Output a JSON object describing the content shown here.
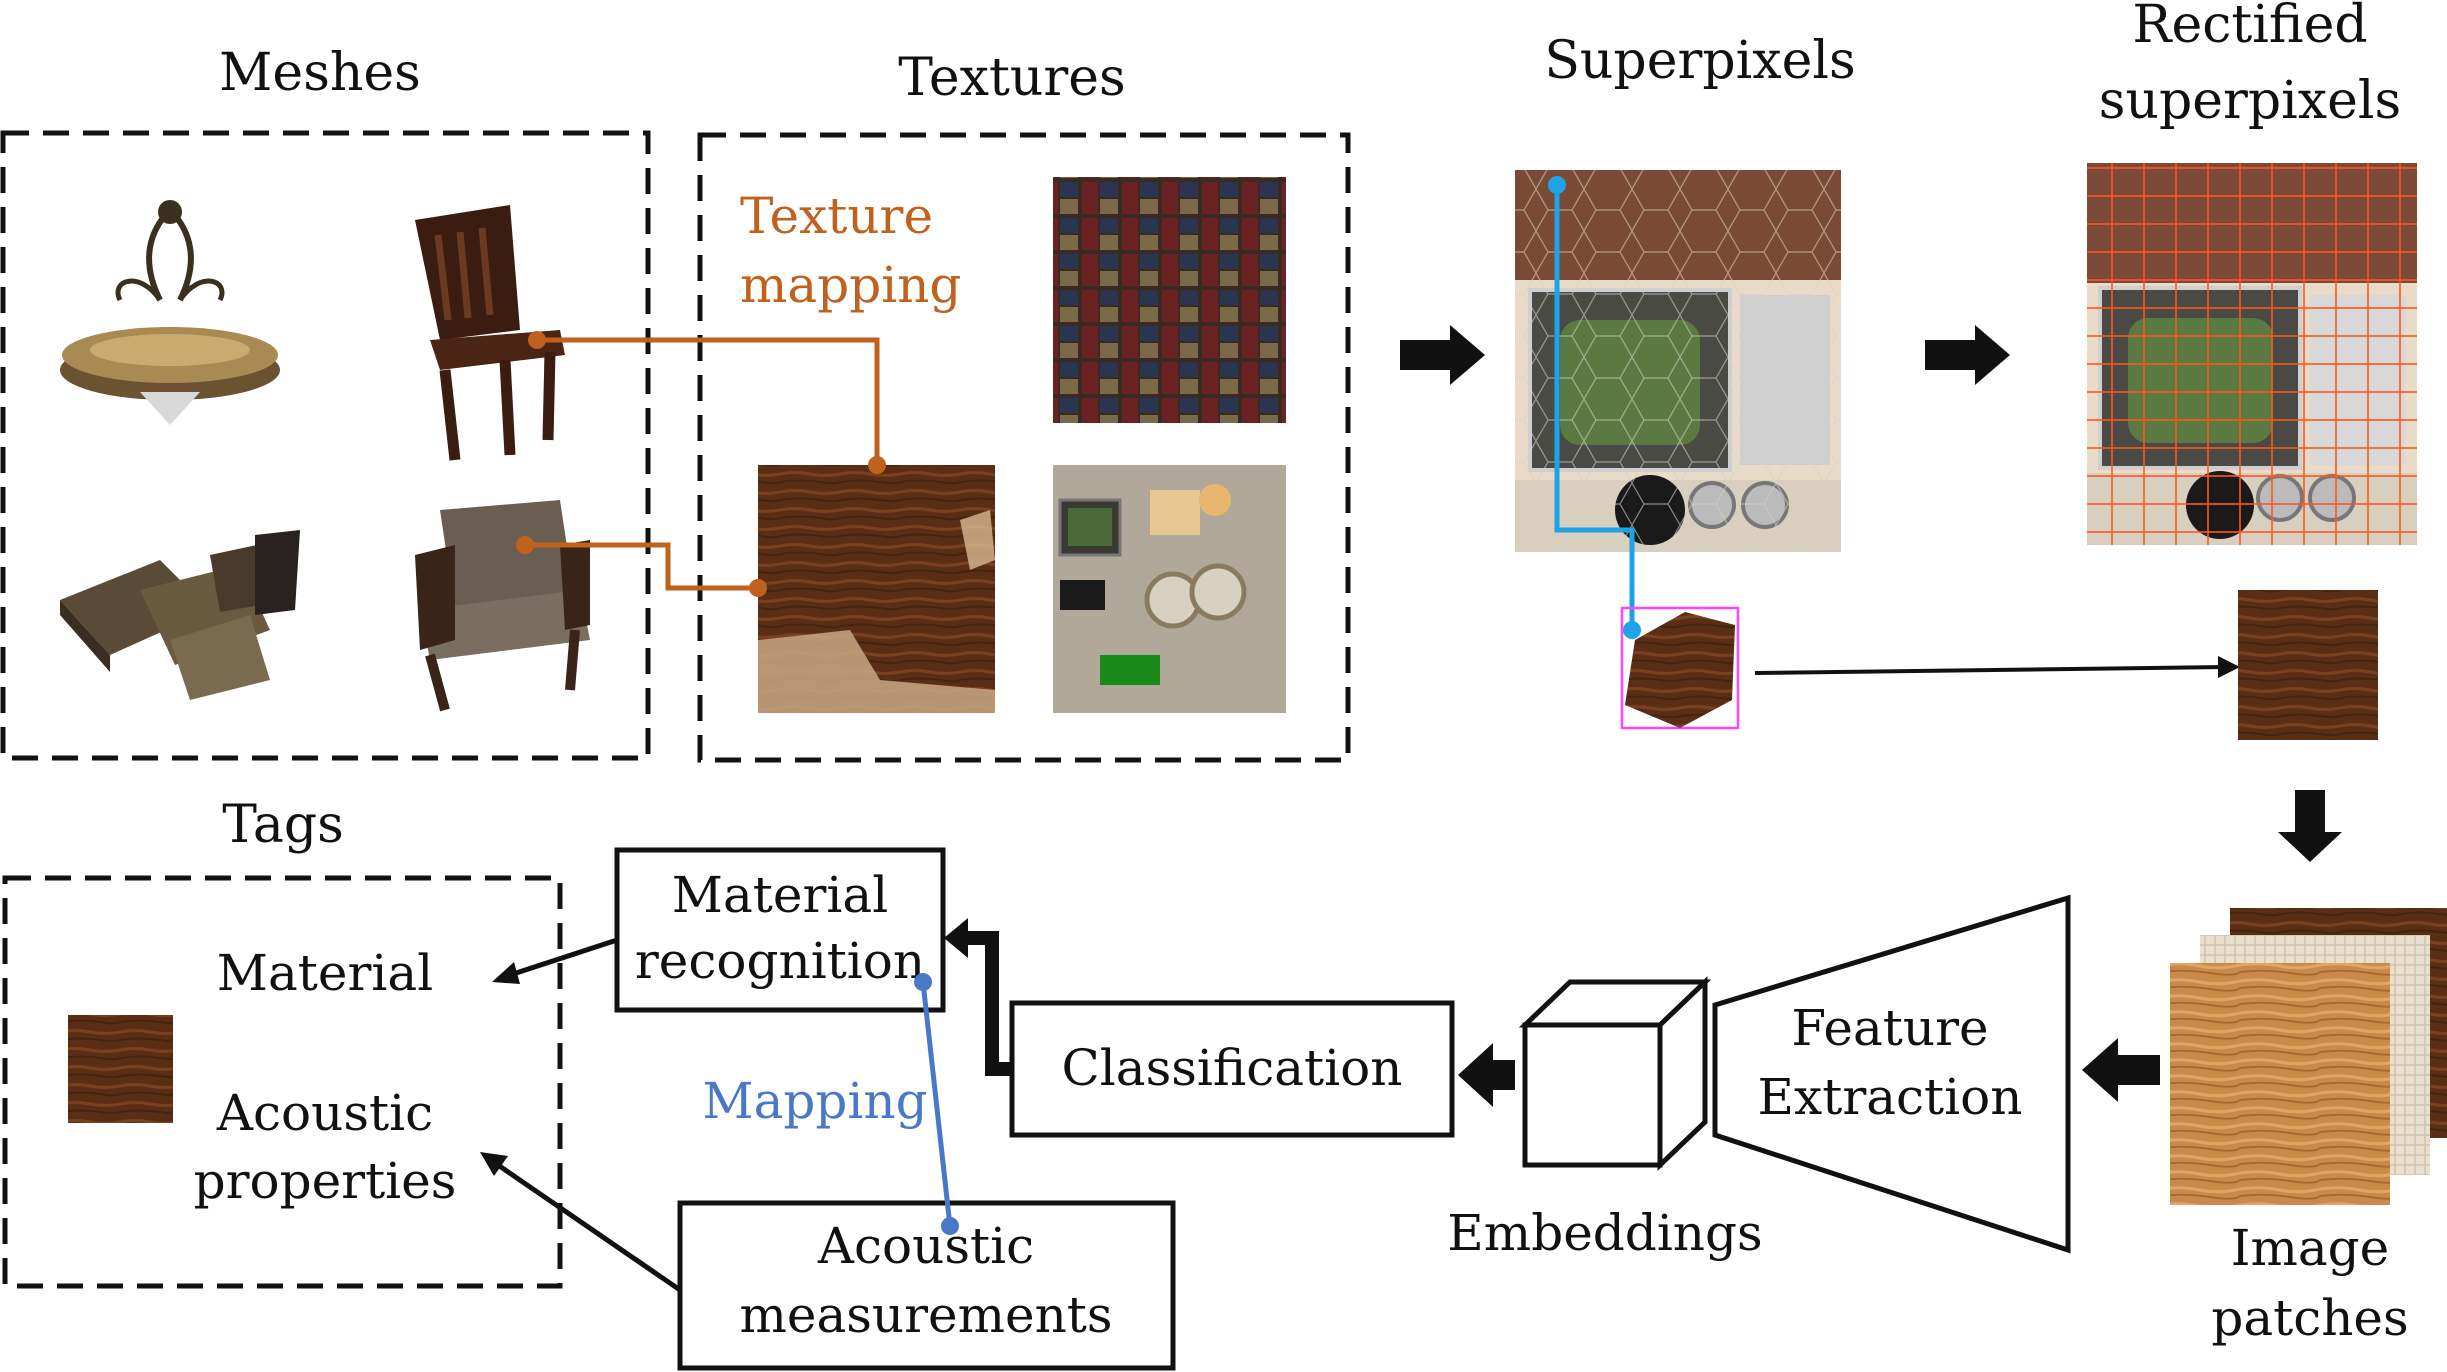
{
  "sections": {
    "meshes": "Meshes",
    "textures": "Textures",
    "superpixels": "Superpixels",
    "rectified_line1": "Rectified",
    "rectified_line2": "superpixels",
    "tags": "Tags"
  },
  "annotations": {
    "texture_mapping_line1": "Texture",
    "texture_mapping_line2": "mapping",
    "mapping": "Mapping"
  },
  "boxes": {
    "material_recognition_line1": "Material",
    "material_recognition_line2": "recognition",
    "classification": "Classification",
    "acoustic_measurements_line1": "Acoustic",
    "acoustic_measurements_line2": "measurements",
    "feature_extraction_line1": "Feature",
    "feature_extraction_line2": "Extraction"
  },
  "labels": {
    "embeddings": "Embeddings",
    "image_patches_line1": "Image",
    "image_patches_line2": "patches"
  },
  "tags": {
    "material": "Material",
    "acoustic_line1": "Acoustic",
    "acoustic_line2": "properties"
  },
  "colors": {
    "texture_mapping": "#c0621e",
    "superpixel_link": "#1ea3e6",
    "mapping_link": "#4a78c8",
    "patch_box": "#ff44ff"
  },
  "icons": [
    "chandelier",
    "wooden-chair",
    "books-pile",
    "armchair",
    "cube",
    "arrow"
  ]
}
